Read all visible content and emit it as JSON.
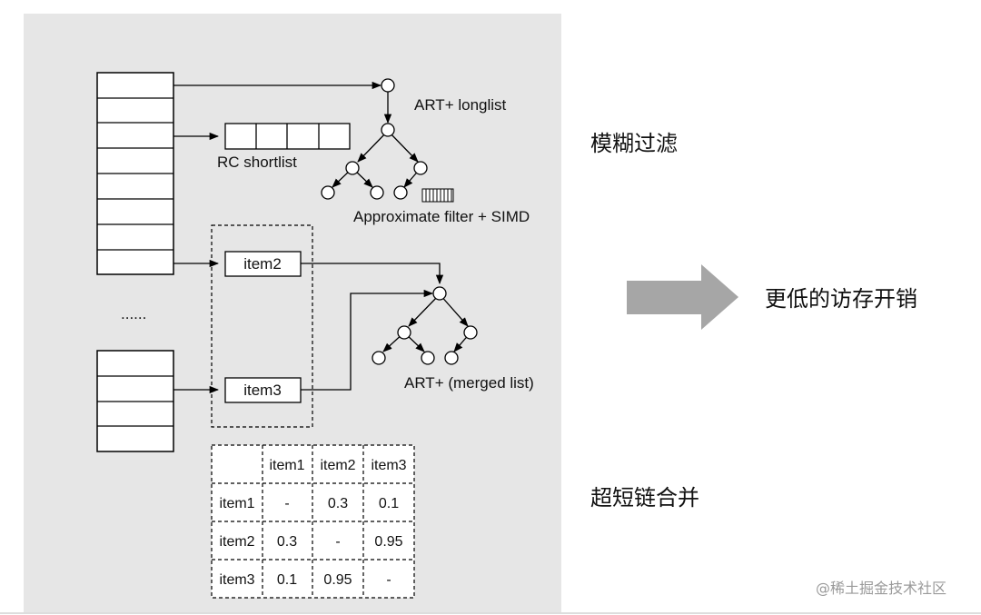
{
  "diagram": {
    "art_longlist_label": "ART+ longlist",
    "rc_shortlist_label": "RC shortlist",
    "approx_filter_label": "Approximate filter + SIMD",
    "ellipsis": "......",
    "item2_label": "item2",
    "item3_label": "item3",
    "art_merged_label": "ART+ (merged list)"
  },
  "matrix": {
    "col_headers": [
      "",
      "item1",
      "item2",
      "item3"
    ],
    "rows": [
      [
        "item1",
        "-",
        "0.3",
        "0.1"
      ],
      [
        "item2",
        "0.3",
        "-",
        "0.95"
      ],
      [
        "item3",
        "0.1",
        "0.95",
        "-"
      ]
    ],
    "highlight_color": "#e02020"
  },
  "side_labels": {
    "fuzzy_filter": "模糊过滤",
    "lower_cost": "更低的访存开销",
    "merge": "超短链合并"
  },
  "watermark": "@稀土掘金技术社区",
  "colors": {
    "panel_bg": "#e6e6e6",
    "arrow_fill": "#a6a6a6"
  }
}
